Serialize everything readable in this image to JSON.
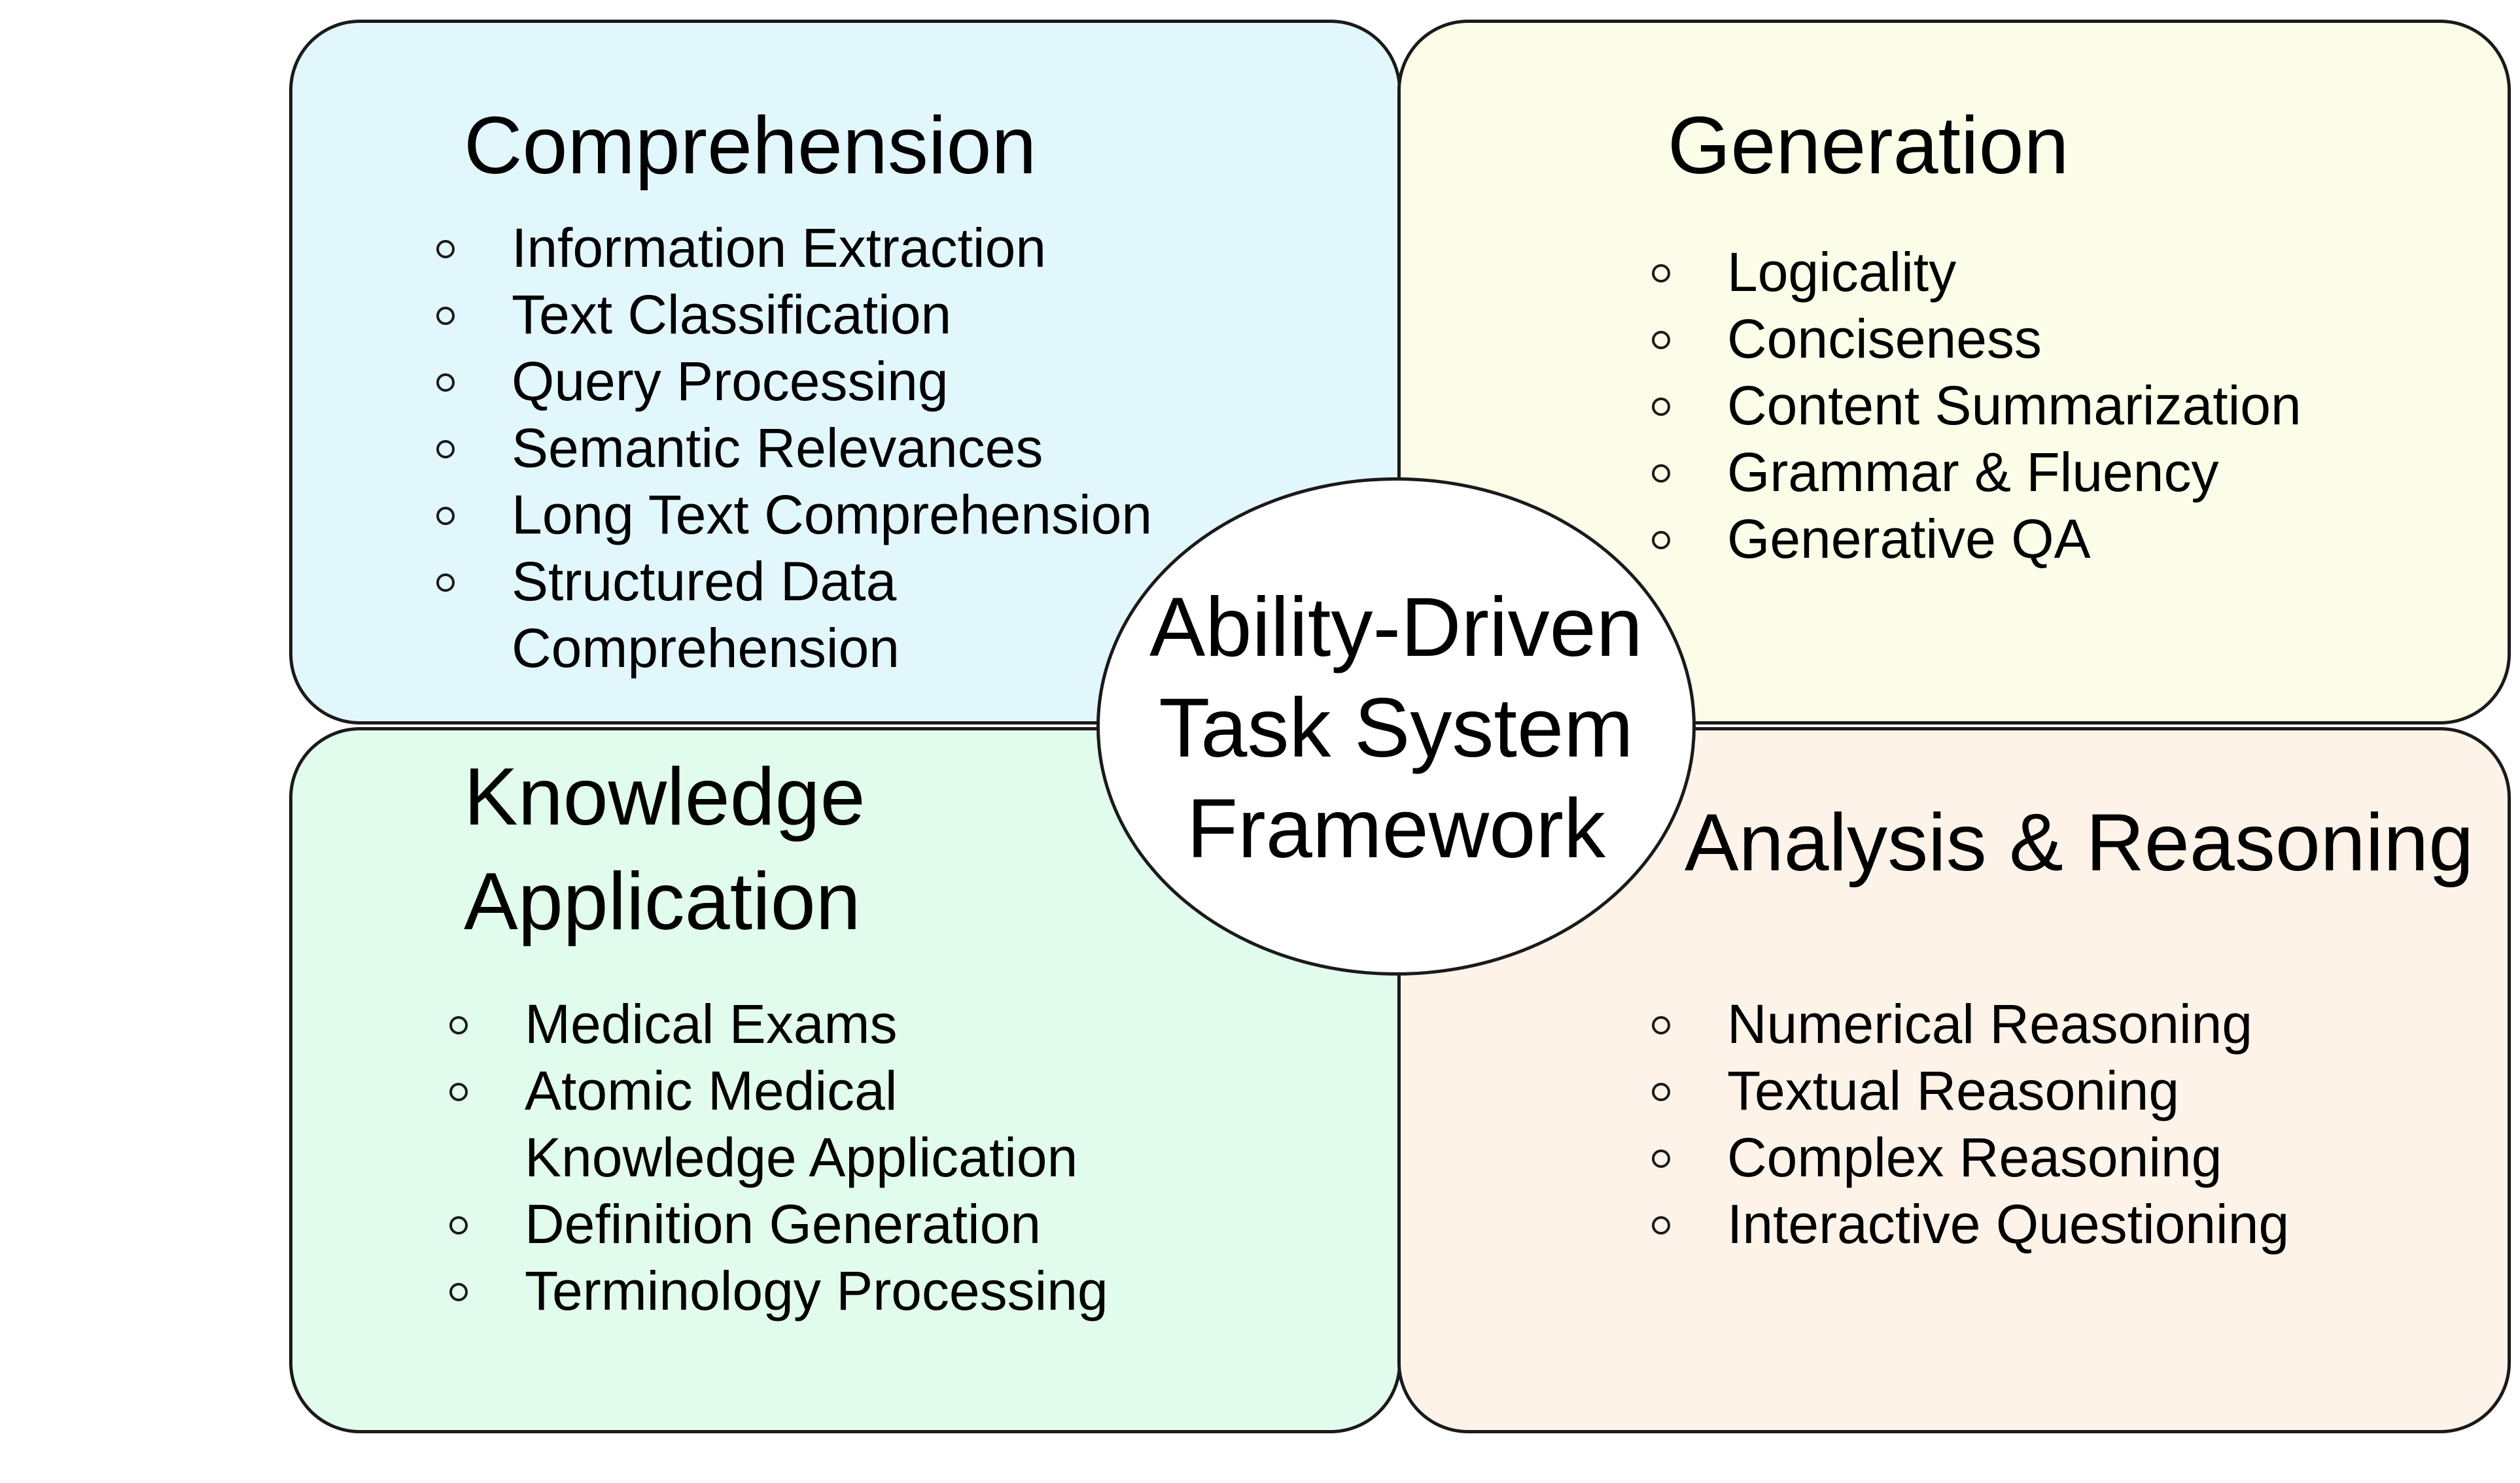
{
  "center": {
    "lines": [
      "Ability-Driven",
      "Task System",
      "Framework"
    ]
  },
  "quadrants": {
    "comprehension": {
      "title": "Comprehension",
      "color": "#e2f7fc",
      "items": [
        "Information Extraction",
        "Text Classification",
        "Query Processing",
        "Semantic Relevances",
        "Long Text Comprehension",
        "Structured Data Comprehension"
      ]
    },
    "generation": {
      "title": "Generation",
      "color": "#fbfde8",
      "items": [
        "Logicality",
        "Conciseness",
        "Content Summarization",
        "Grammar & Fluency",
        "Generative QA"
      ]
    },
    "knowledge": {
      "title_lines": [
        "Knowledge",
        "Application"
      ],
      "color": "#e1fcec",
      "items": [
        "Medical Exams",
        "Atomic Medical Knowledge Application",
        "Definition Generation",
        "Terminology Processing"
      ]
    },
    "analysis": {
      "title": "Analysis & Reasoning",
      "color": "#fdf3e8",
      "items": [
        "Numerical Reasoning",
        "Textual Reasoning",
        "Complex Reasoning",
        "Interactive Questioning"
      ]
    }
  }
}
